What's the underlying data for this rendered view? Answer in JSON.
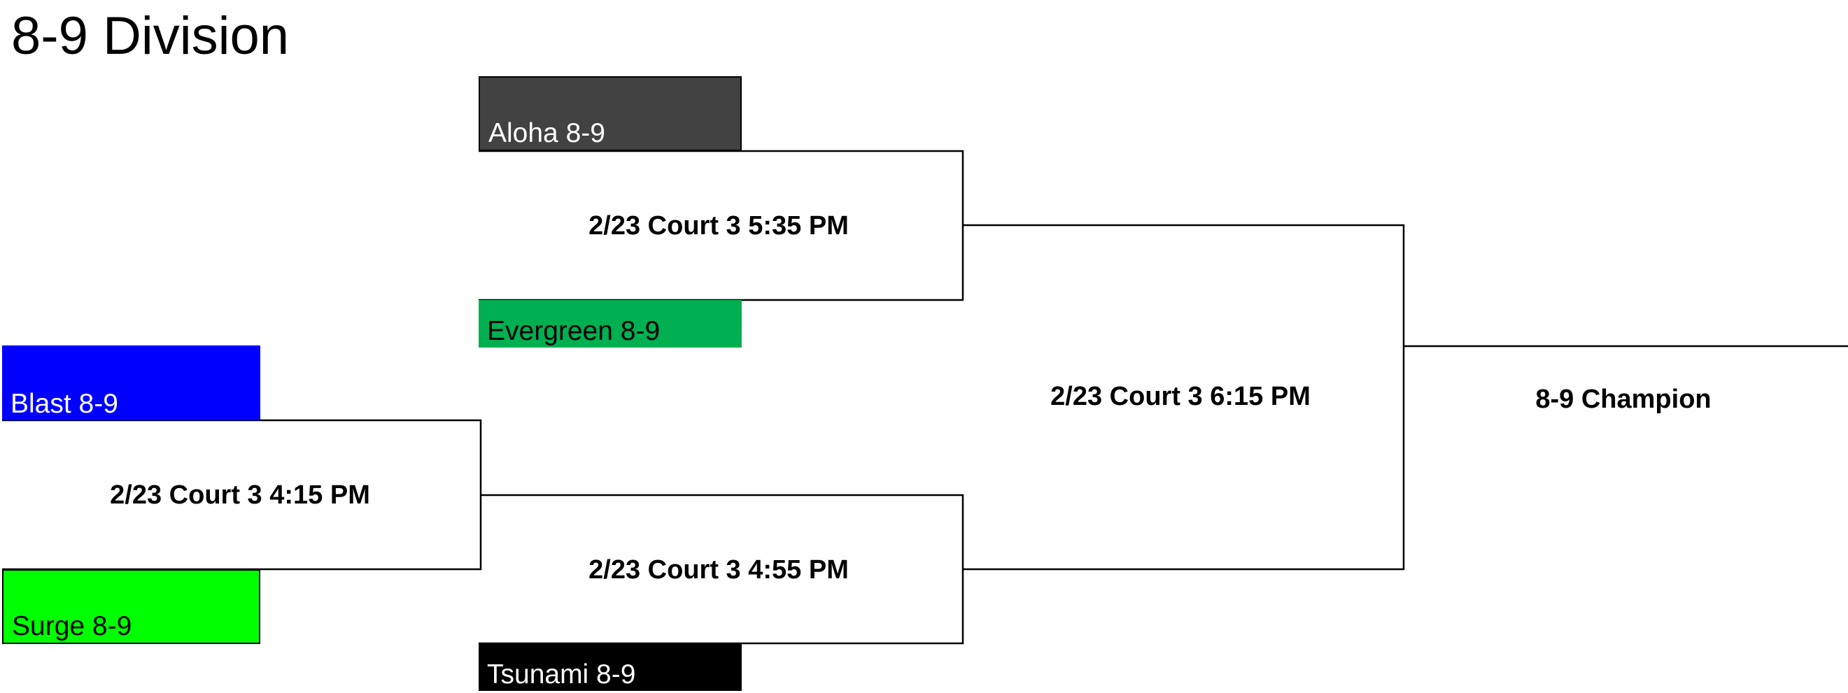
{
  "page": {
    "title": "8-9 Division"
  },
  "teams": {
    "aloha": {
      "name": "Aloha 8-9",
      "bg": "#424242",
      "fg": "#ffffff"
    },
    "evergreen": {
      "name": "Evergreen 8-9",
      "bg": "#00b050",
      "fg": "#000000"
    },
    "blast": {
      "name": "Blast 8-9",
      "bg": "#0000ff",
      "fg": "#ffffff"
    },
    "surge": {
      "name": "Surge 8-9",
      "bg": "#00ff00",
      "fg": "#000000"
    },
    "tsunami": {
      "name": "Tsunami 8-9",
      "bg": "#000000",
      "fg": "#ffffff"
    }
  },
  "matches": {
    "round1_bottom": {
      "label": "2/23 Court 3 4:15 PM"
    },
    "round2_top": {
      "label": "2/23 Court 3 5:35 PM"
    },
    "round2_bottom": {
      "label": "2/23 Court 3 4:55 PM"
    },
    "final": {
      "label": "2/23 Court 3 6:15 PM"
    }
  },
  "champion": {
    "label": "8-9 Champion"
  }
}
